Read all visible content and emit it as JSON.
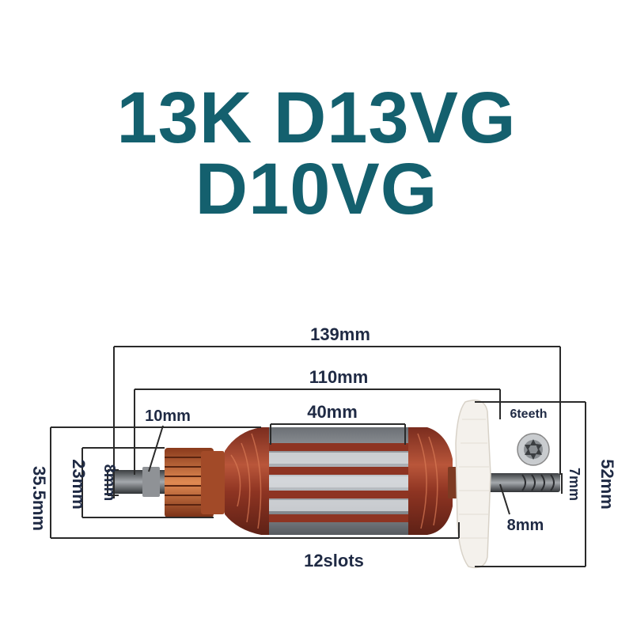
{
  "title": {
    "line1": "13K D13VG",
    "line2": "D10VG"
  },
  "colors": {
    "title": "#14606e",
    "dimension_text": "#1f2a44",
    "dimension_line": "#2a2a2a",
    "copper": "#a3452e",
    "commutator": "#c96a3a",
    "fan": "#f4f1ec"
  },
  "dimensions": {
    "overall_length": "139mm",
    "core_to_fan_length": "110mm",
    "shaft_end_length": "10mm",
    "core_length": "40mm",
    "shaft_diameter_left": "8mm",
    "commutator_diameter": "23mm",
    "core_diameter": "35.5mm",
    "gear_teeth": "6teeth",
    "gear_diameter": "7mm",
    "shaft_diameter_right": "8mm",
    "fan_diameter": "52mm",
    "slots": "12slots"
  }
}
